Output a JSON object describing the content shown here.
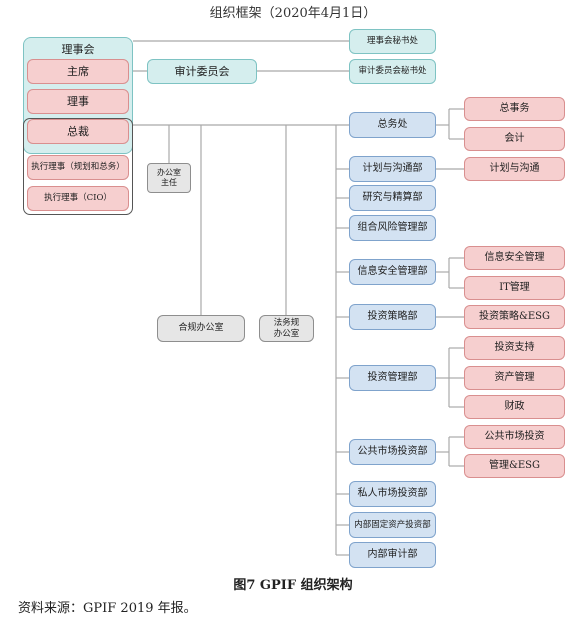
{
  "title": "组织框架（2020年4月1日）",
  "caption": "图7   GPIF 组织架构",
  "source": "资料来源：GPIF 2019 年报。",
  "colors": {
    "board": "#d5eeee",
    "executive": "#f6cfcf",
    "department": "#d3e2f2",
    "office": "#e6e6e6",
    "line": "#a9a9a9"
  },
  "board": {
    "label": "理事会",
    "chair": "主席",
    "director": "理事",
    "president": "总裁"
  },
  "executives": {
    "planning": "执行理事（规划和总务）",
    "cio": "执行理事（CIO）"
  },
  "audit_committee": "审计委员会",
  "secretariats": {
    "board": "理事会秘书处",
    "audit": "审计委员会秘书处"
  },
  "offices": {
    "office_chief": "办公室\n主任",
    "compliance": "合规办公室",
    "legal": "法务规\n办公室"
  },
  "departments": [
    {
      "label": "总务处",
      "subs": [
        "总事务",
        "会计"
      ]
    },
    {
      "label": "计划与沟通部",
      "subs": [
        "计划与沟通"
      ]
    },
    {
      "label": "研究与精算部",
      "subs": []
    },
    {
      "label": "组合风险管理部",
      "subs": []
    },
    {
      "label": "信息安全管理部",
      "subs": [
        "信息安全管理",
        "IT管理"
      ]
    },
    {
      "label": "投资策略部",
      "subs": [
        "投资策略&ESG"
      ]
    },
    {
      "label": "投资管理部",
      "subs": [
        "投资支持",
        "资产管理",
        "财政"
      ]
    },
    {
      "label": "公共市场投资部",
      "subs": [
        "公共市场投资",
        "管理&ESG"
      ]
    },
    {
      "label": "私人市场投资部",
      "subs": []
    },
    {
      "label": "内部固定资产投资部",
      "subs": []
    },
    {
      "label": "内部审计部",
      "subs": []
    }
  ]
}
